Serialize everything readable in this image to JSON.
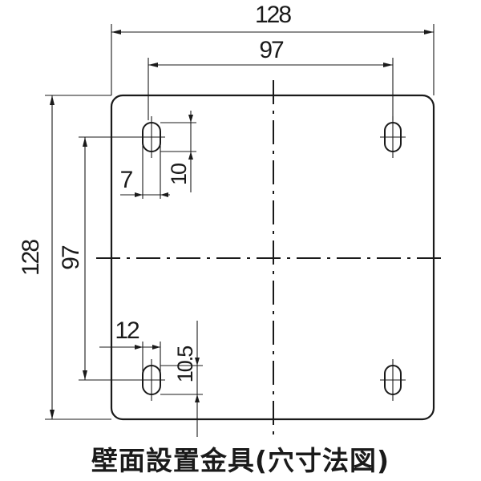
{
  "dimensions": {
    "overall_width": "128",
    "hole_pitch_horizontal": "97",
    "overall_height": "128",
    "hole_pitch_vertical": "97",
    "slot_width_top": "7",
    "slot_height_top": "10",
    "slot_width_bottom": "12",
    "slot_height_bottom": "10.5"
  },
  "caption": "壁面設置金具(穴寸法図)"
}
